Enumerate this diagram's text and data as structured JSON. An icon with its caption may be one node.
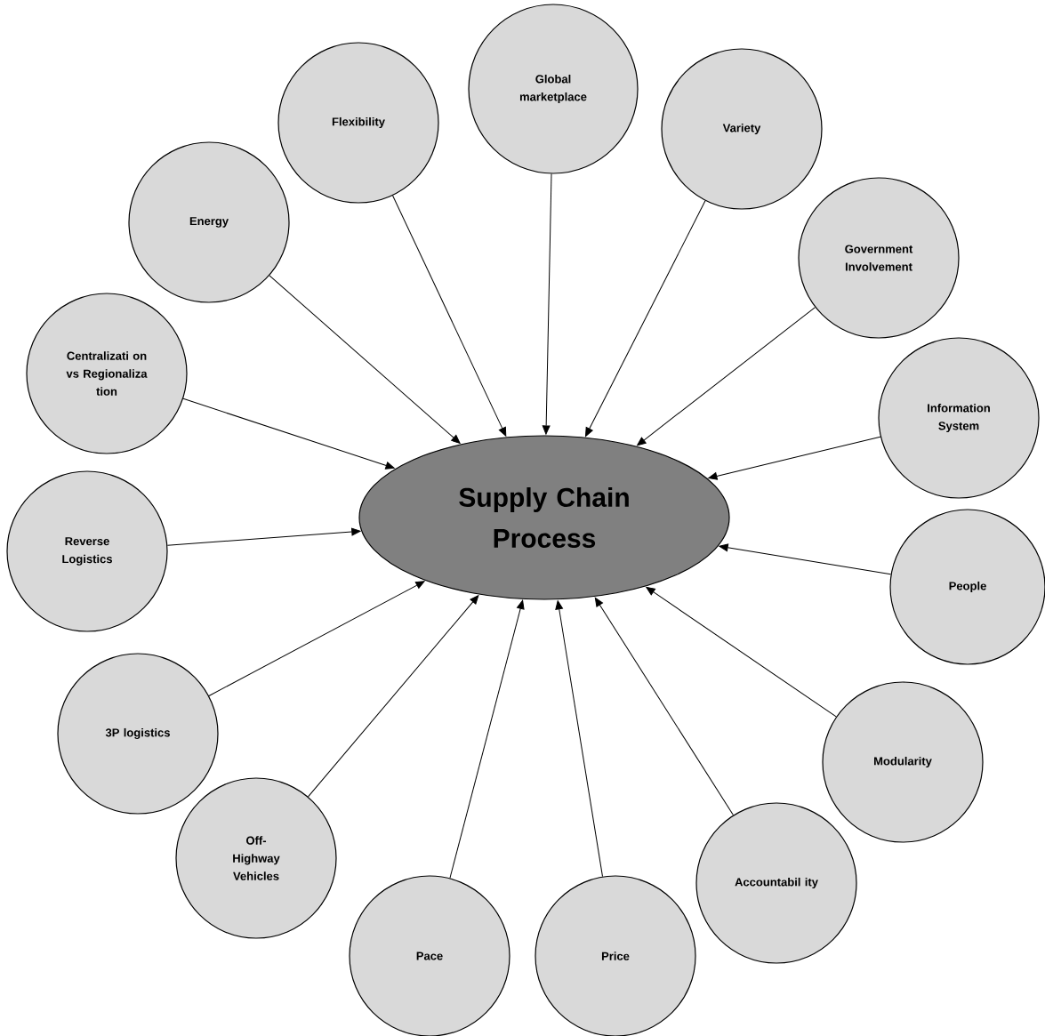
{
  "diagram": {
    "nodes": [
      {
        "text": [
          "Supply Chain Process"
        ]
      },
      {
        "text": [
          "Global marketplace"
        ]
      },
      {
        "text": [
          "Flexibility"
        ]
      },
      {
        "text": [
          "Variety"
        ]
      },
      {
        "text": [
          "Energy"
        ]
      },
      {
        "text": [
          "Government Involvement"
        ]
      },
      {
        "text": [
          "Centralizati on vs Regionaliza tion"
        ]
      },
      {
        "text": [
          "Information System"
        ]
      },
      {
        "text": [
          "Reverse Logistics"
        ]
      },
      {
        "text": [
          "People"
        ]
      },
      {
        "text": [
          "3P logistics"
        ]
      },
      {
        "text": [
          "Modularity"
        ]
      },
      {
        "text": [
          "Off- Highway Vehicles"
        ]
      },
      {
        "text": [
          "Accountabil ity"
        ]
      },
      {
        "text": [
          "Pace"
        ]
      },
      {
        "text": [
          "Price"
        ]
      }
    ],
    "edges": [
      {
        "from": 1,
        "to": 0,
        "arrow": "to"
      },
      {
        "from": 2,
        "to": 0,
        "arrow": "to"
      },
      {
        "from": 3,
        "to": 0,
        "arrow": "to"
      },
      {
        "from": 4,
        "to": 0,
        "arrow": "to"
      },
      {
        "from": 5,
        "to": 0,
        "arrow": "to"
      },
      {
        "from": 6,
        "to": 0,
        "arrow": "to"
      },
      {
        "from": 7,
        "to": 0,
        "arrow": "to"
      },
      {
        "from": 8,
        "to": 0,
        "arrow": "to"
      },
      {
        "from": 9,
        "to": 0,
        "arrow": "to"
      },
      {
        "from": 10,
        "to": 0,
        "arrow": "to"
      },
      {
        "from": 11,
        "to": 0,
        "arrow": "to"
      },
      {
        "from": 12,
        "to": 0,
        "arrow": "to"
      },
      {
        "from": 13,
        "to": 0,
        "arrow": "to"
      },
      {
        "from": 14,
        "to": 0,
        "arrow": "to"
      },
      {
        "from": 15,
        "to": 0,
        "arrow": "to"
      }
    ]
  }
}
